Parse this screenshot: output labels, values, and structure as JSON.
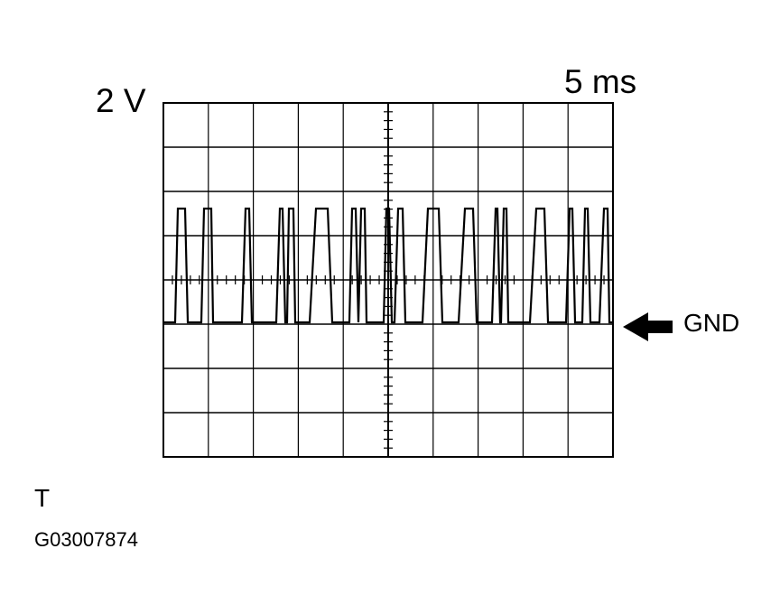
{
  "scale": {
    "volts_per_division": "2 V",
    "time_per_division": "5 ms"
  },
  "ground_marker": {
    "label": "GND",
    "icon": "arrow-left-icon"
  },
  "figure_code": {
    "letter": "T",
    "id": "G03007874"
  },
  "grid": {
    "columns": 10,
    "rows": 8,
    "ground_row_line": 5
  },
  "colors": {
    "line": "#000000",
    "background": "#ffffff"
  }
}
